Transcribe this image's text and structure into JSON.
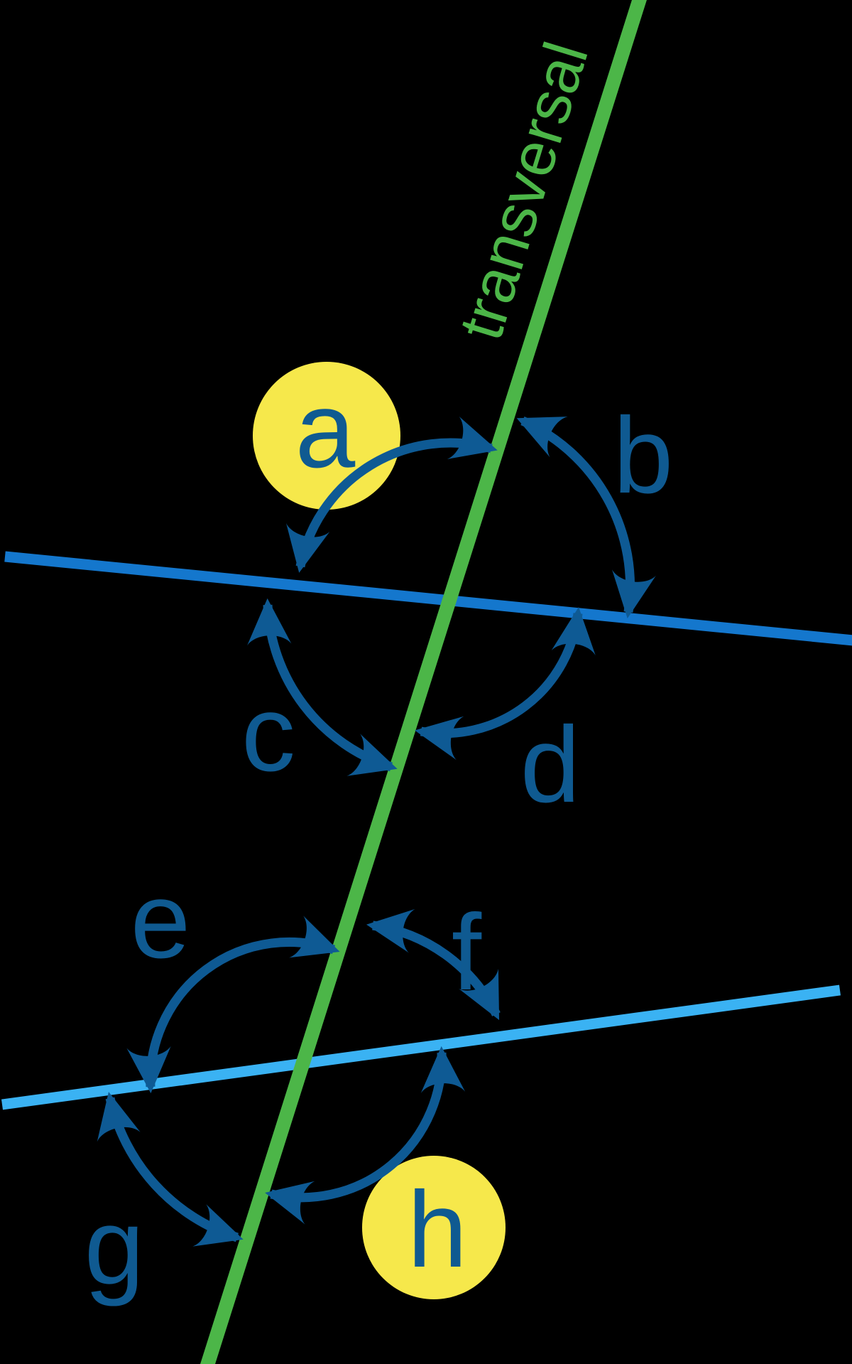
{
  "diagram": {
    "transversal_label": "transversal",
    "angle_labels": {
      "a": "a",
      "b": "b",
      "c": "c",
      "d": "d",
      "e": "e",
      "f": "f",
      "g": "g",
      "h": "h"
    },
    "highlighted_angles": [
      "a",
      "h"
    ],
    "colors": {
      "background": "#000000",
      "transversal_green": "#4cb648",
      "parallel_line_1": "#1477cd",
      "parallel_line_2": "#3ab2f3",
      "arc_blue": "#0e5a94",
      "label_blue": "#0f5a91",
      "highlight_yellow": "#f6e84b"
    }
  }
}
